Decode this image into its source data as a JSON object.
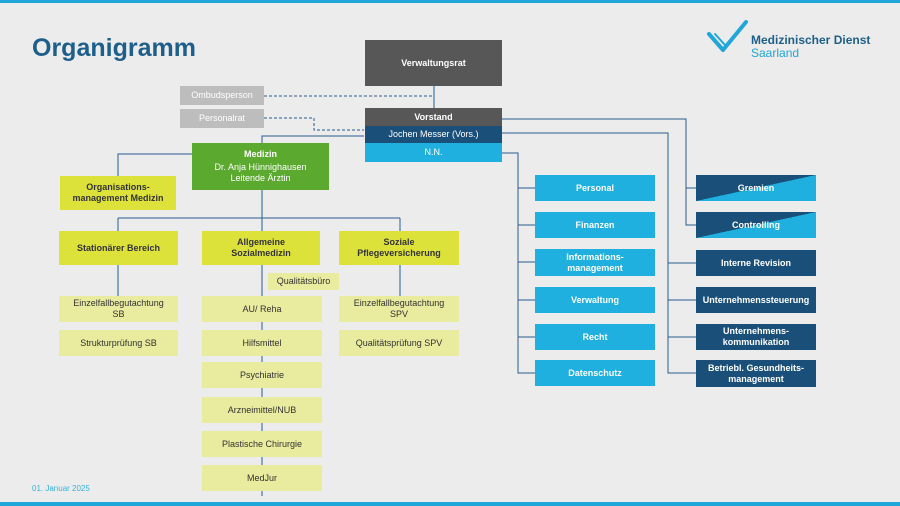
{
  "title": "Organigramm",
  "date": "01. Januar 2025",
  "logo": {
    "line1": "Medizinischer Dienst",
    "line2": "Saarland",
    "icon": "checkmark-logo-icon",
    "colors": {
      "navy": "#1d5f8a",
      "cyan": "#20a6d8"
    }
  },
  "governance": {
    "verwaltungsrat": "Verwaltungsrat",
    "ombudsperson": "Ombudsperson",
    "personalrat": "Personalrat",
    "vorstand": "Vorstand",
    "vorstand_chair": "Jochen Messer (Vors.)",
    "vorstand_nn": "N.N."
  },
  "medizin": {
    "head_title": "Medizin",
    "head_name": "Dr. Anja Hünnighausen",
    "head_role": "Leitende Ärztin",
    "orga": "Organisations-management Medizin",
    "orga_line1": "Organisations-",
    "orga_line2": "management Medizin"
  },
  "departments": {
    "stationaer": "Stationärer Bereich",
    "allgemein_line1": "Allgemeine",
    "allgemein_line2": "Sozialmedizin",
    "soziale_line1": "Soziale",
    "soziale_line2": "Pflegeversicherung"
  },
  "stationaer_units": [
    {
      "line1": "Einzelfallbegutachtung",
      "line2": "SB"
    },
    {
      "line1": "Strukturprüfung SB",
      "line2": ""
    }
  ],
  "qualitaetsbuero": "Qualitätsbüro",
  "allgemein_units": [
    "AU/ Reha",
    "Hilfsmittel",
    "Psychiatrie",
    "Arzneimittel/NUB",
    "Plastische Chirurgie",
    "MedJur"
  ],
  "soziale_units": [
    {
      "line1": "Einzelfallbegutachtung",
      "line2": "SPV"
    },
    {
      "line1": "Qualitätsprüfung SPV",
      "line2": ""
    }
  ],
  "services": [
    "Personal",
    "Finanzen",
    "Informations-management",
    "Verwaltung",
    "Recht",
    "Datenschutz"
  ],
  "services_info": {
    "line1": "Informations-",
    "line2": "management"
  },
  "staff": {
    "gremien": "Gremien",
    "controlling": "Controlling",
    "revision": "Interne Revision",
    "steuerung": "Unternehmenssteuerung",
    "kommunikation_line1": "Unternehmens-",
    "kommunikation_line2": "kommunikation",
    "gesundheit_line1": "Betriebl. Gesundheits-",
    "gesundheit_line2": "management"
  },
  "colors": {
    "title": "#1d5f8a",
    "accent": "#20a6d8",
    "dark_grey": "#575757",
    "light_grey": "#bdbdbd",
    "navy": "#1a4f7a",
    "cyan": "#20b0df",
    "green": "#5ca930",
    "lime": "#dde23b",
    "light_lime": "#e9eb9e",
    "connector": "#2a5d8e"
  }
}
